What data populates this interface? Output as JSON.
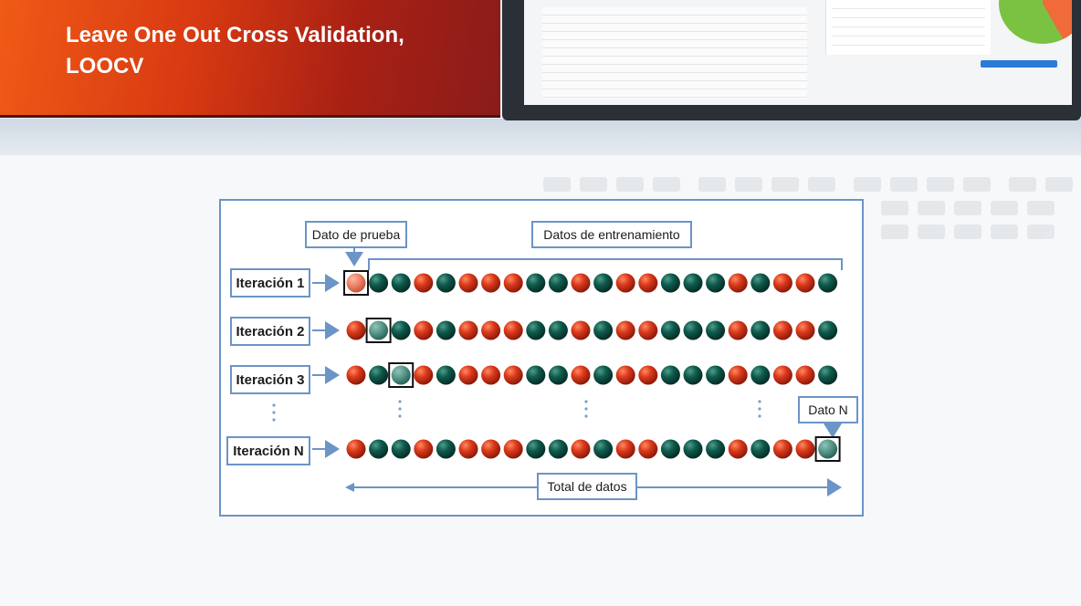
{
  "slide": {
    "title_line1": "Leave One Out Cross Validation,",
    "title_line2": "LOOCV"
  },
  "diagram": {
    "test_label": "Dato de prueba",
    "train_label": "Datos de entrenamiento",
    "total_label": "Total de datos",
    "dato_n_label": "Dato N",
    "iterations": [
      {
        "label": "Iteración 1",
        "held_out_index": 0
      },
      {
        "label": "Iteración 2",
        "held_out_index": 1
      },
      {
        "label": "Iteración 3",
        "held_out_index": 2
      },
      {
        "label": "Iteración N",
        "held_out_index": 21
      }
    ],
    "ball_sequences": [
      "RGGRGRRRGGRGRRGGGRGRRG",
      "RGGRGRRRGGRGRRGGGRGRRG",
      "RGGRGRRRGGRGRRGGGRGRRG",
      "RGGRGRRRGGRGRRGGGRGRRG"
    ],
    "colors": {
      "red": "#d8361a",
      "green": "#0e5a4c",
      "frame": "#6b94c7",
      "arrow": "#6b94c7"
    }
  }
}
